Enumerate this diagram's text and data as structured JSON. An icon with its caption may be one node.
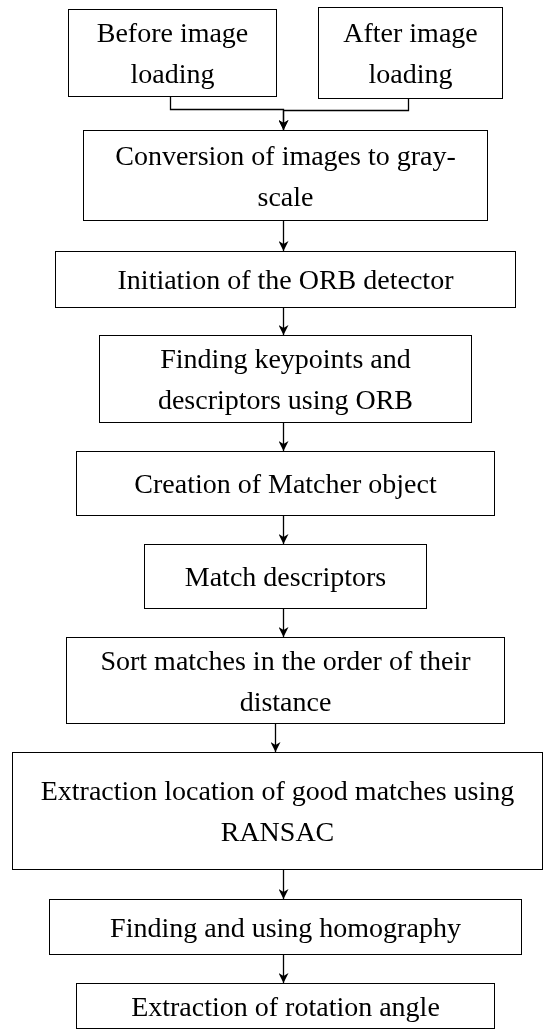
{
  "diagram": {
    "nodes": [
      {
        "text": [
          "Before image loading"
        ]
      },
      {
        "text": [
          "After image loading"
        ]
      },
      {
        "text": [
          "Conversion of images to gray- scale"
        ]
      },
      {
        "text": [
          "Initiation of the ORB detector"
        ]
      },
      {
        "text": [
          "Finding keypoints and descriptors using ORB"
        ]
      },
      {
        "text": [
          "Creation of Matcher object"
        ]
      },
      {
        "text": [
          "Match descriptors"
        ]
      },
      {
        "text": [
          "Sort matches in the order of their distance"
        ]
      },
      {
        "text": [
          "Extraction location of good matches using RANSAC"
        ]
      },
      {
        "text": [
          "Finding and using homography"
        ]
      },
      {
        "text": [
          "Extraction of rotation angle"
        ]
      }
    ],
    "edges": [
      {
        "from": 0,
        "to": 2,
        "arrow": "to"
      },
      {
        "from": 1,
        "to": 2,
        "arrow": "to"
      },
      {
        "from": 2,
        "to": 3,
        "arrow": "to"
      },
      {
        "from": 3,
        "to": 4,
        "arrow": "to"
      },
      {
        "from": 4,
        "to": 5,
        "arrow": "to"
      },
      {
        "from": 5,
        "to": 6,
        "arrow": "to"
      },
      {
        "from": 6,
        "to": 7,
        "arrow": "to"
      },
      {
        "from": 7,
        "to": 8,
        "arrow": "to"
      },
      {
        "from": 8,
        "to": 9,
        "arrow": "to"
      },
      {
        "from": 9,
        "to": 10,
        "arrow": "to"
      }
    ]
  }
}
